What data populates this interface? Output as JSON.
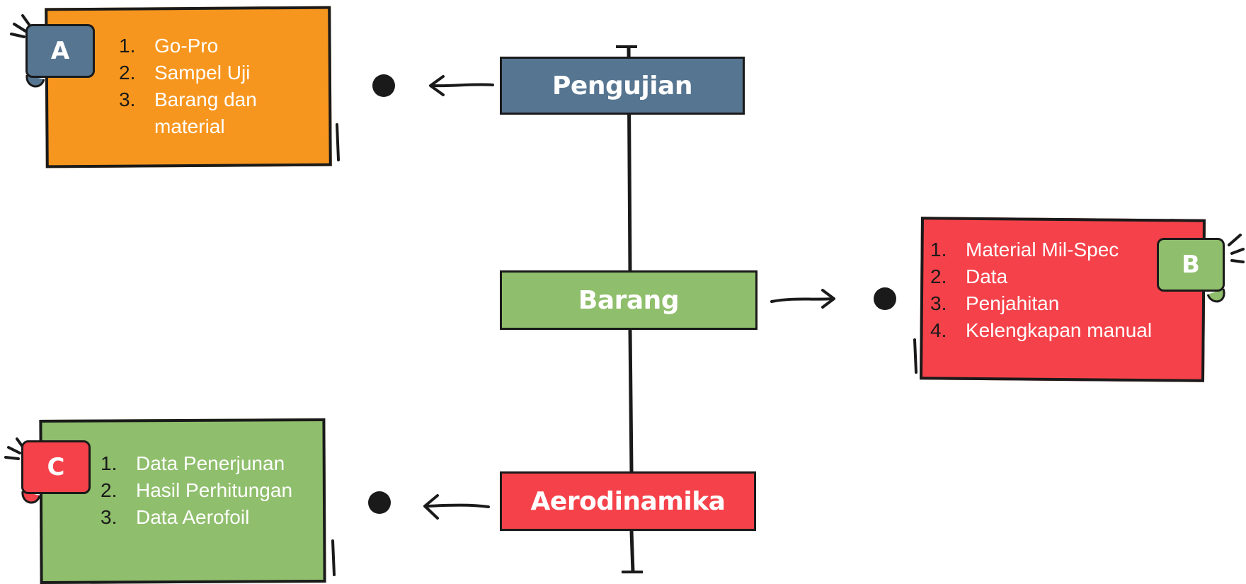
{
  "nodes": {
    "pengujian": "Pengujian",
    "barang": "Barang",
    "aerodinamika": "Aerodinamika"
  },
  "tabs": {
    "a": "A",
    "b": "B",
    "c": "C"
  },
  "cards": {
    "a": {
      "items": [
        {
          "num": "1.",
          "text": "Go-Pro"
        },
        {
          "num": "2.",
          "text": "Sampel Uji"
        },
        {
          "num": "3.",
          "text": "Barang dan material"
        }
      ]
    },
    "b": {
      "items": [
        {
          "num": "1.",
          "text": "Material Mil-Spec"
        },
        {
          "num": "2.",
          "text": "Data"
        },
        {
          "num": "3.",
          "text": "Penjahitan"
        },
        {
          "num": "4.",
          "text": "Kelengkapan manual"
        }
      ]
    },
    "c": {
      "items": [
        {
          "num": "1.",
          "text": "Data Penerjunan"
        },
        {
          "num": "2.",
          "text": "Hasil Perhitungan"
        },
        {
          "num": "3.",
          "text": "Data Aerofoil"
        }
      ]
    }
  },
  "colors": {
    "blue": "#567591",
    "green": "#8fbe6c",
    "red": "#f5424a",
    "orange": "#f7961e",
    "ink": "#1a1a1a"
  }
}
